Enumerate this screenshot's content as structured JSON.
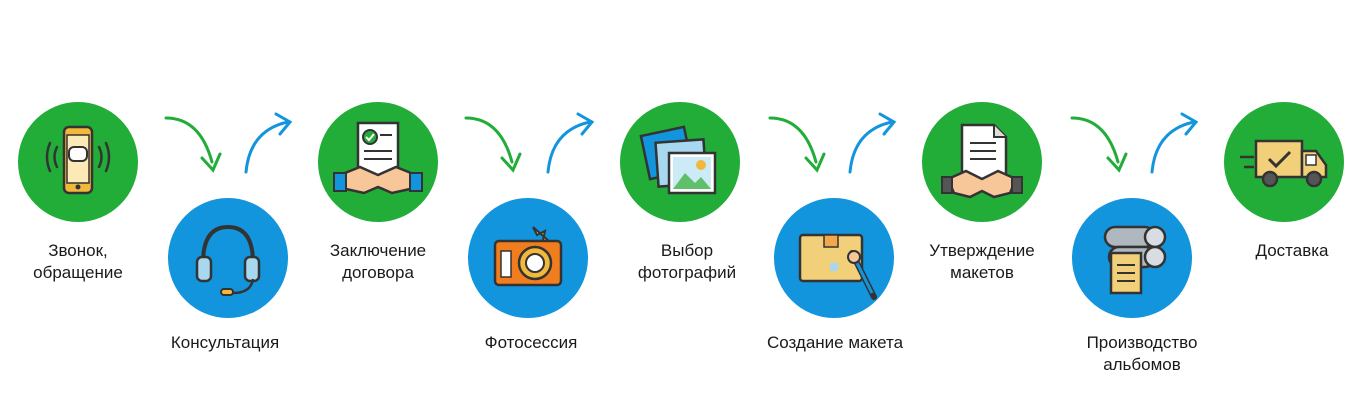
{
  "steps": [
    {
      "label": "Звонок,\nобращение",
      "icon": "phone-call-icon",
      "color": "#22ad38"
    },
    {
      "label": "Консультация",
      "icon": "headset-icon",
      "color": "#1295dc"
    },
    {
      "label": "Заключение\nдоговора",
      "icon": "contract-handshake-icon",
      "color": "#22ad38"
    },
    {
      "label": "Фотосессия",
      "icon": "camera-icon",
      "color": "#1295dc"
    },
    {
      "label": "Выбор\nфотографий",
      "icon": "photos-icon",
      "color": "#22ad38"
    },
    {
      "label": "Создание макета",
      "icon": "design-tablet-icon",
      "color": "#1295dc"
    },
    {
      "label": "Утверждение\nмакетов",
      "icon": "document-handshake-icon",
      "color": "#22ad38"
    },
    {
      "label": "Производство\nальбомов",
      "icon": "printing-press-icon",
      "color": "#1295dc"
    },
    {
      "label": "Доставка",
      "icon": "delivery-truck-icon",
      "color": "#22ad38"
    }
  ],
  "arrow_colors": {
    "down": "#22ad38",
    "up": "#1295dc"
  }
}
